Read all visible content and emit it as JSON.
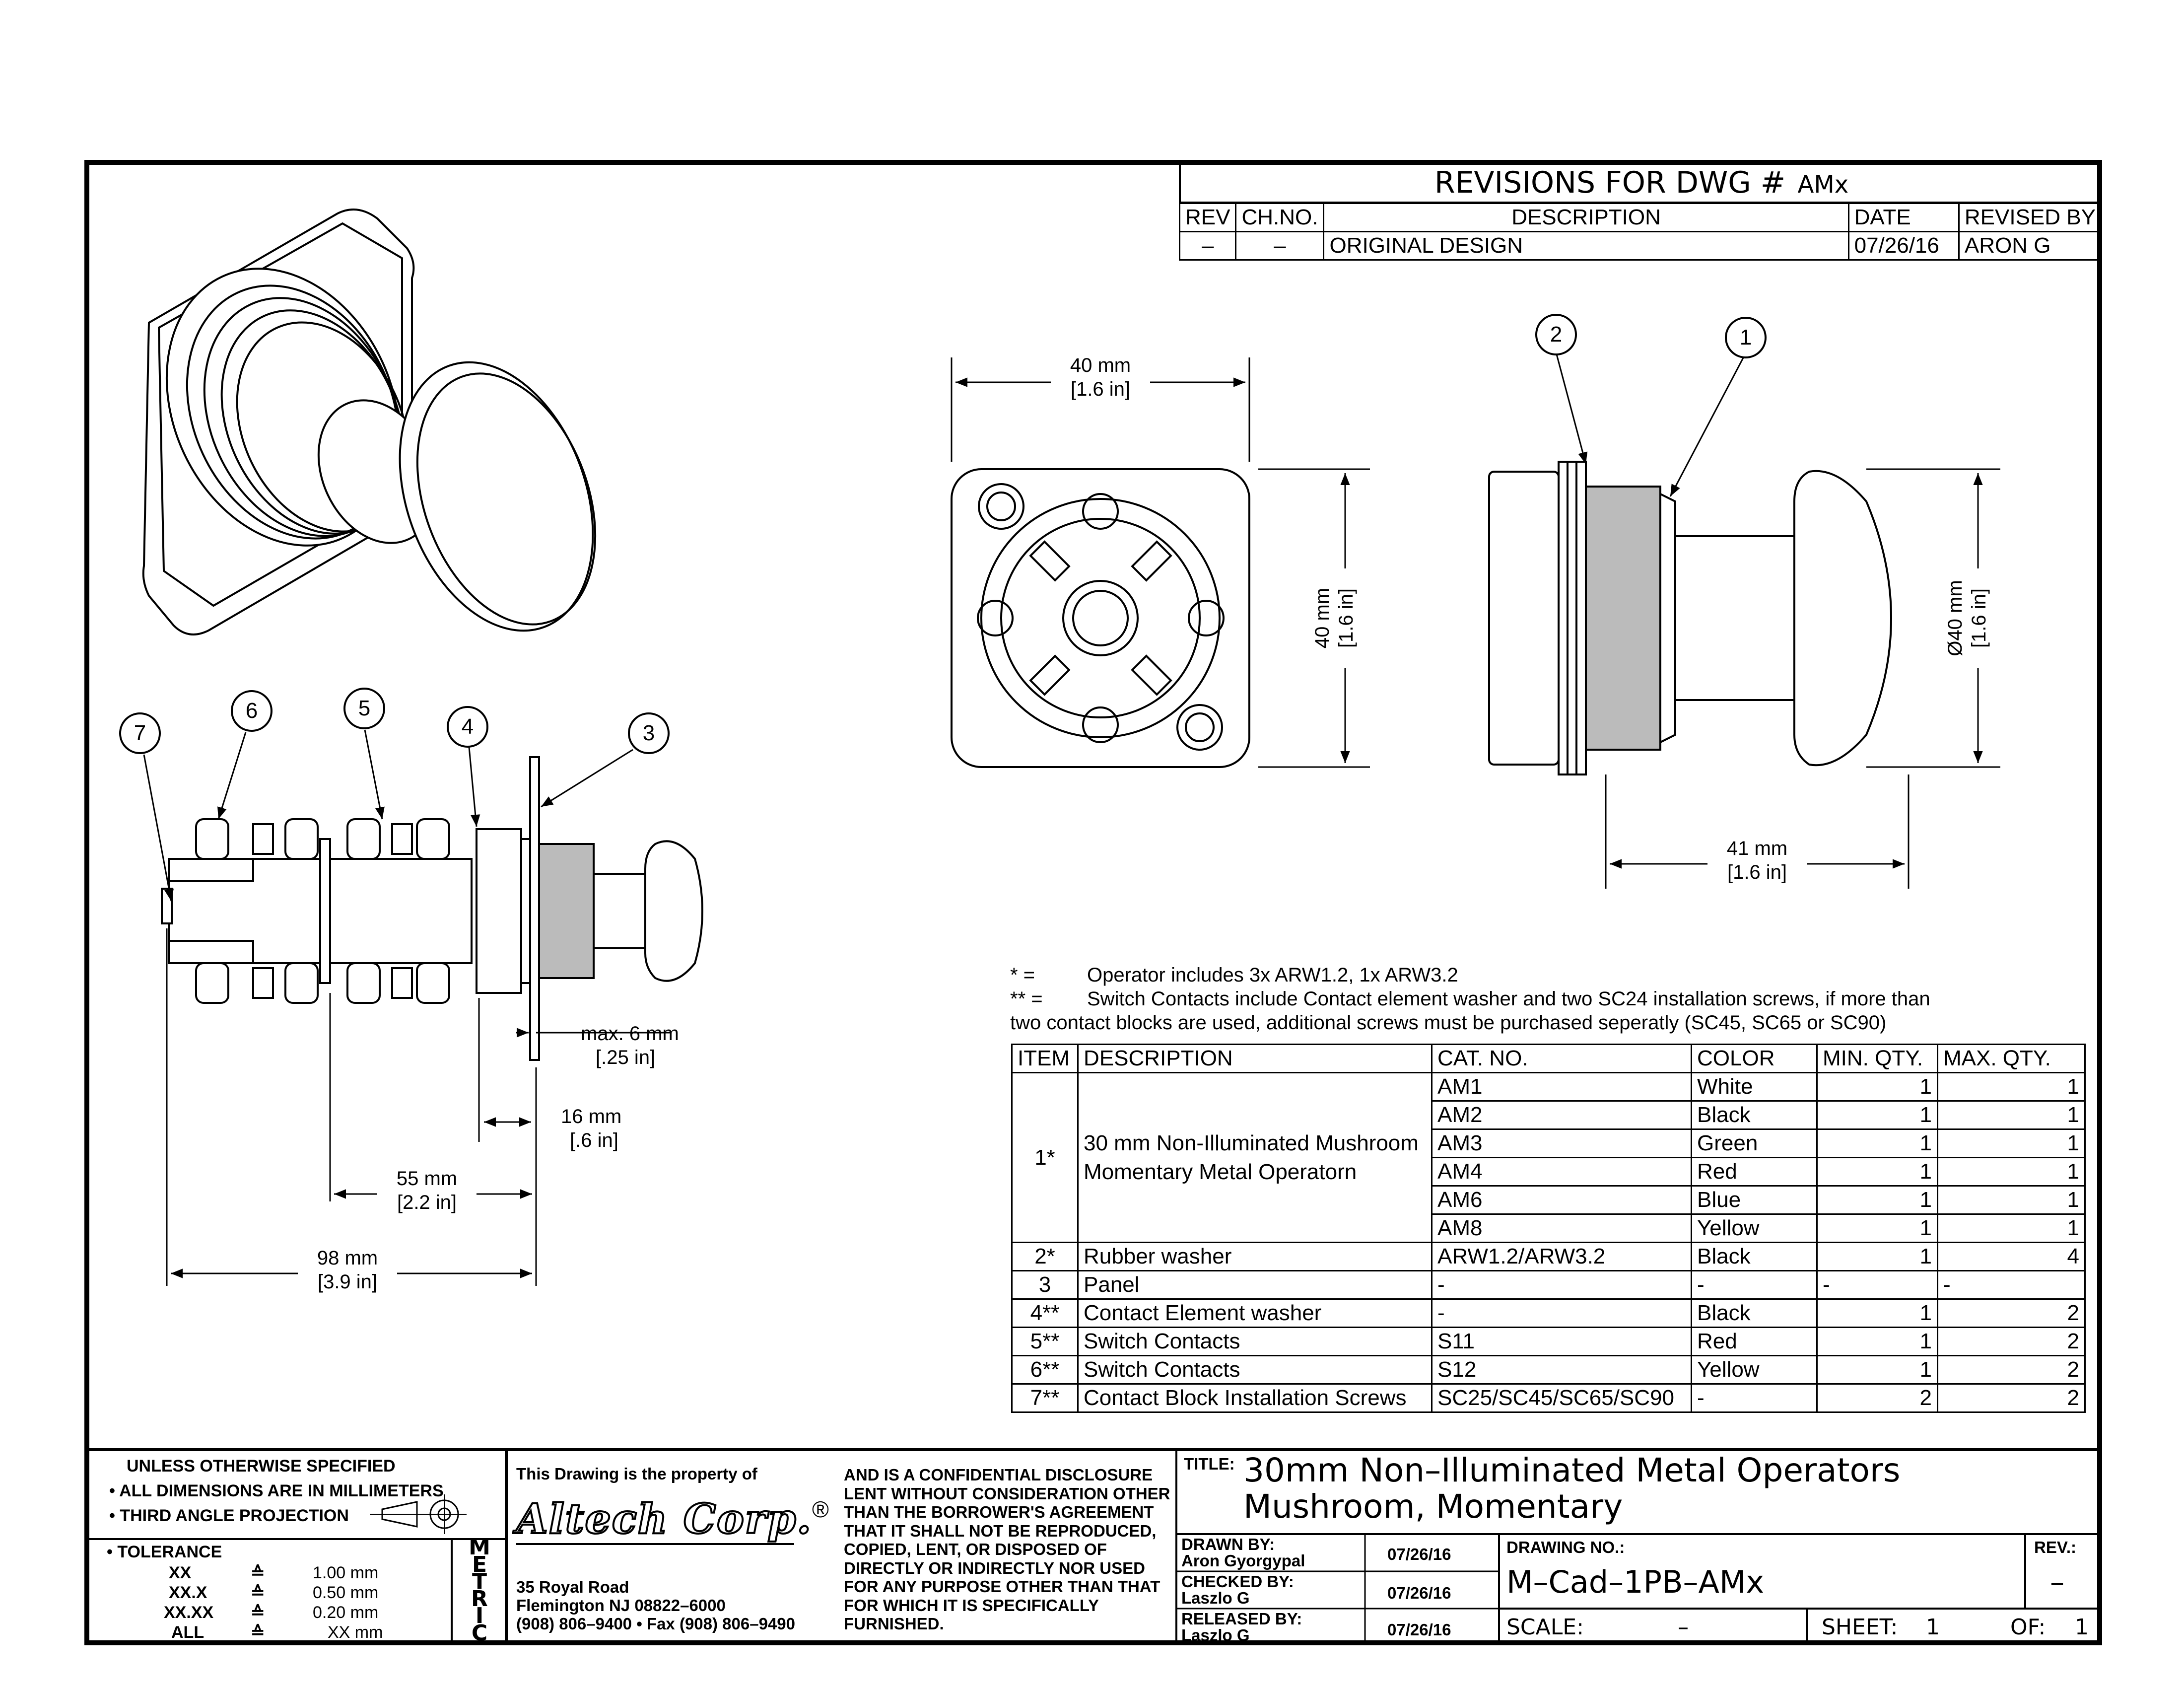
{
  "revisions": {
    "title": "REVISIONS  FOR  DWG  #",
    "dwg": "AMx",
    "headers": [
      "REV",
      "CH.NO.",
      "DESCRIPTION",
      "DATE",
      "REVISED  BY"
    ],
    "rows": [
      [
        "–",
        "–",
        "ORIGINAL  DESIGN",
        "07/26/16",
        "ARON  G"
      ]
    ]
  },
  "dimensions": {
    "front_width": [
      "40 mm",
      "[1.6 in]"
    ],
    "front_height": [
      "40 mm",
      "[1.6 in]"
    ],
    "side_diameter": [
      "Ø40 mm",
      "[1.6 in]"
    ],
    "side_depth": [
      "41 mm",
      "[1.6 in]"
    ],
    "panel_max": [
      "max. 6 mm",
      "[.25 in]"
    ],
    "depth_16": [
      "16 mm",
      "[.6 in]"
    ],
    "depth_55": [
      "55 mm",
      "[2.2 in]"
    ],
    "depth_98": [
      "98 mm",
      "[3.9 in]"
    ]
  },
  "balloons": {
    "b1": "1",
    "b2": "2",
    "b3": "3",
    "b4": "4",
    "b5": "5",
    "b6": "6",
    "b7": "7"
  },
  "notes": {
    "n1_mark": "*   =",
    "n1_text": "Operator includes 3x ARW1.2, 1x ARW3.2",
    "n2_mark": "** =",
    "n2_text": "Switch Contacts include Contact element washer and two SC24 installation screws, if more than",
    "n2_text2": "two contact blocks are used, additional screws must be purchased seperatly (SC45, SC65 or SC90)"
  },
  "bom": {
    "headers": [
      "ITEM",
      "DESCRIPTION",
      "CAT. NO.",
      "COLOR",
      "MIN. QTY.",
      "MAX. QTY."
    ],
    "item1": "1*",
    "item1_desc_line1": "30 mm Non-Illuminated Mushroom",
    "item1_desc_line2": "Momentary Metal Operatorn",
    "item1_variants": [
      {
        "cat": "AM1",
        "color": "White",
        "min": "1",
        "max": "1"
      },
      {
        "cat": "AM2",
        "color": "Black",
        "min": "1",
        "max": "1"
      },
      {
        "cat": "AM3",
        "color": "Green",
        "min": "1",
        "max": "1"
      },
      {
        "cat": "AM4",
        "color": "Red",
        "min": "1",
        "max": "1"
      },
      {
        "cat": "AM6",
        "color": "Blue",
        "min": "1",
        "max": "1"
      },
      {
        "cat": "AM8",
        "color": "Yellow",
        "min": "1",
        "max": "1"
      }
    ],
    "rows": [
      {
        "item": "2*",
        "desc": "Rubber washer",
        "cat": "ARW1.2/ARW3.2",
        "color": "Black",
        "min": "1",
        "max": "4"
      },
      {
        "item": "3",
        "desc": "Panel",
        "cat": "-",
        "color": "-",
        "min": "-",
        "max": "-"
      },
      {
        "item": "4**",
        "desc": "Contact Element washer",
        "cat": "-",
        "color": "Black",
        "min": "1",
        "max": "2"
      },
      {
        "item": "5**",
        "desc": "Switch Contacts",
        "cat": "S11",
        "color": "Red",
        "min": "1",
        "max": "2"
      },
      {
        "item": "6**",
        "desc": "Switch Contacts",
        "cat": "S12",
        "color": "Yellow",
        "min": "1",
        "max": "2"
      },
      {
        "item": "7**",
        "desc": "Contact Block Installation Screws",
        "cat": "SC25/SC45/SC65/SC90",
        "color": "-",
        "min": "2",
        "max": "2"
      }
    ]
  },
  "titleblock": {
    "unless": "UNLESS  OTHERWISE  SPECIFIED",
    "dims": "• ALL  DIMENSIONS  ARE  IN  MILLIMETERS",
    "projection": "• THIRD  ANGLE  PROJECTION",
    "tolerance": "• TOLERANCE",
    "tol_rows": [
      {
        "k": "XX",
        "s": "≙",
        "v": "1.00 mm"
      },
      {
        "k": "XX.X",
        "s": "≙",
        "v": "0.50 mm"
      },
      {
        "k": "XX.XX",
        "s": "≙",
        "v": "0.20 mm"
      },
      {
        "k": "ALL",
        "s": "≙",
        "v": "XX mm"
      }
    ],
    "metric": [
      "M",
      "E",
      "T",
      "R",
      "I",
      "C"
    ],
    "property": "This  Drawing  is  the  property  of",
    "company": "Altech Corp.",
    "registered": "®",
    "address1": "35  Royal  Road",
    "address2": "Flemington  NJ  08822–6000",
    "address3": "(908)  806–9400 • Fax  (908)  806–9490",
    "confidential": [
      "AND  IS  A  CONFIDENTIAL  DISCLOSURE",
      "LENT  WITHOUT  CONSIDERATION  OTHER",
      "THAN  THE  BORROWER'S  AGREEMENT",
      "THAT  IT  SHALL  NOT  BE  REPRODUCED,",
      "COPIED,  LENT,  OR  DISPOSED  OF",
      "DIRECTLY  OR  INDIRECTLY  NOR  USED",
      "FOR  ANY  PURPOSE  OTHER  THAN  THAT",
      "FOR  WHICH  IT  IS  SPECIFICALLY",
      "FURNISHED."
    ],
    "title_label": "TITLE:",
    "title_line1": "30mm  Non–Illuminated  Metal  Operators",
    "title_line2": "Mushroom,  Momentary",
    "drawn_label": "DRAWN  BY:",
    "drawn_name": "Aron  Gyorgypal",
    "drawn_date": "07/26/16",
    "checked_label": "CHECKED  BY:",
    "checked_name": "Laszlo  G",
    "checked_date": "07/26/16",
    "released_label": "RELEASED  BY:",
    "released_name": "Laszlo  G",
    "released_date": "07/26/16",
    "drawing_no_label": "DRAWING  NO.:",
    "drawing_no": "M–Cad–1PB–AMx",
    "rev_label": "REV.:",
    "rev_value": "–",
    "scale_label": "SCALE:",
    "scale_value": "–",
    "sheet_label": "SHEET:",
    "sheet_value": "1",
    "of_label": "OF:",
    "of_value": "1"
  }
}
